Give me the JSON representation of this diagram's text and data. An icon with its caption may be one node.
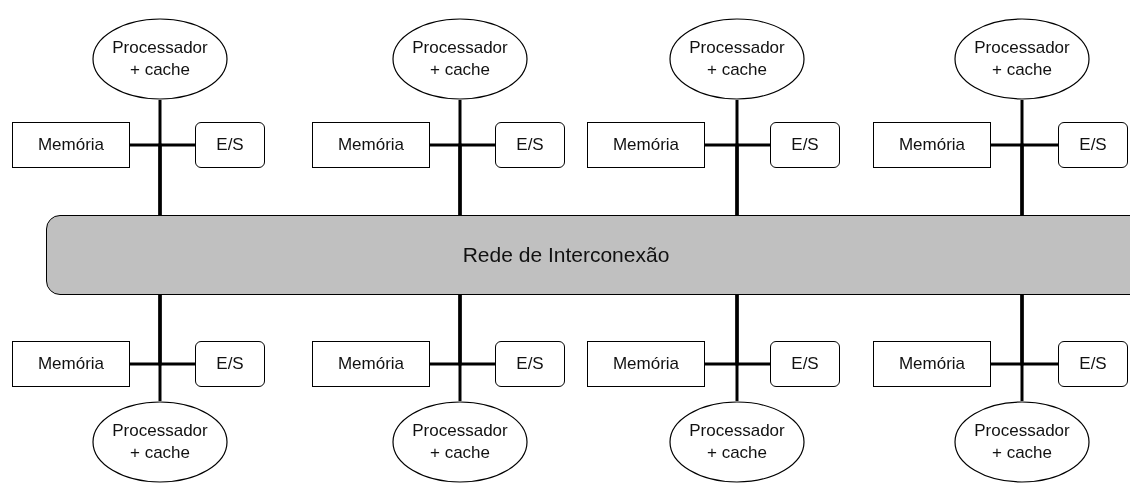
{
  "diagram": {
    "nodes": [
      {
        "text": [
          "Processador + cache"
        ]
      },
      {
        "text": [
          "Processador + cache"
        ]
      },
      {
        "text": [
          "Processador + cache"
        ]
      },
      {
        "text": [
          "Processador + cache"
        ]
      },
      {
        "text": [
          "Memória"
        ]
      },
      {
        "text": [
          "E/S"
        ]
      },
      {
        "text": [
          "Memória"
        ]
      },
      {
        "text": [
          "E/S"
        ]
      },
      {
        "text": [
          "Memória"
        ]
      },
      {
        "text": [
          "E/S"
        ]
      },
      {
        "text": [
          "Memória"
        ]
      },
      {
        "text": [
          "E/S"
        ]
      },
      {
        "text": [
          "Rede de Interconexão"
        ]
      },
      {
        "text": [
          "Memória"
        ]
      },
      {
        "text": [
          "E/S"
        ]
      },
      {
        "text": [
          "Memória"
        ]
      },
      {
        "text": [
          "E/S"
        ]
      },
      {
        "text": [
          "Memória"
        ]
      },
      {
        "text": [
          "E/S"
        ]
      },
      {
        "text": [
          "Memória"
        ]
      },
      {
        "text": [
          "E/S"
        ]
      },
      {
        "text": [
          "Processador + cache"
        ]
      },
      {
        "text": [
          "Processador + cache"
        ]
      },
      {
        "text": [
          "Processador + cache"
        ]
      },
      {
        "text": [
          "Processador + cache"
        ]
      }
    ],
    "edges": [
      {
        "from": 0,
        "to": 12,
        "arrow": "none"
      },
      {
        "from": 4,
        "to": 12,
        "arrow": "none"
      },
      {
        "from": 5,
        "to": 12,
        "arrow": "none"
      },
      {
        "from": 1,
        "to": 12,
        "arrow": "none"
      },
      {
        "from": 6,
        "to": 12,
        "arrow": "none"
      },
      {
        "from": 7,
        "to": 12,
        "arrow": "none"
      },
      {
        "from": 2,
        "to": 12,
        "arrow": "none"
      },
      {
        "from": 8,
        "to": 12,
        "arrow": "none"
      },
      {
        "from": 9,
        "to": 12,
        "arrow": "none"
      },
      {
        "from": 3,
        "to": 12,
        "arrow": "none"
      },
      {
        "from": 10,
        "to": 12,
        "arrow": "none"
      },
      {
        "from": 11,
        "to": 12,
        "arrow": "none"
      },
      {
        "from": 21,
        "to": 12,
        "arrow": "none"
      },
      {
        "from": 13,
        "to": 12,
        "arrow": "none"
      },
      {
        "from": 14,
        "to": 12,
        "arrow": "none"
      },
      {
        "from": 22,
        "to": 12,
        "arrow": "none"
      },
      {
        "from": 15,
        "to": 12,
        "arrow": "none"
      },
      {
        "from": 16,
        "to": 12,
        "arrow": "none"
      },
      {
        "from": 23,
        "to": 12,
        "arrow": "none"
      },
      {
        "from": 17,
        "to": 12,
        "arrow": "none"
      },
      {
        "from": 18,
        "to": 12,
        "arrow": "none"
      },
      {
        "from": 24,
        "to": 12,
        "arrow": "none"
      },
      {
        "from": 19,
        "to": 12,
        "arrow": "none"
      },
      {
        "from": 20,
        "to": 12,
        "arrow": "none"
      }
    ]
  }
}
